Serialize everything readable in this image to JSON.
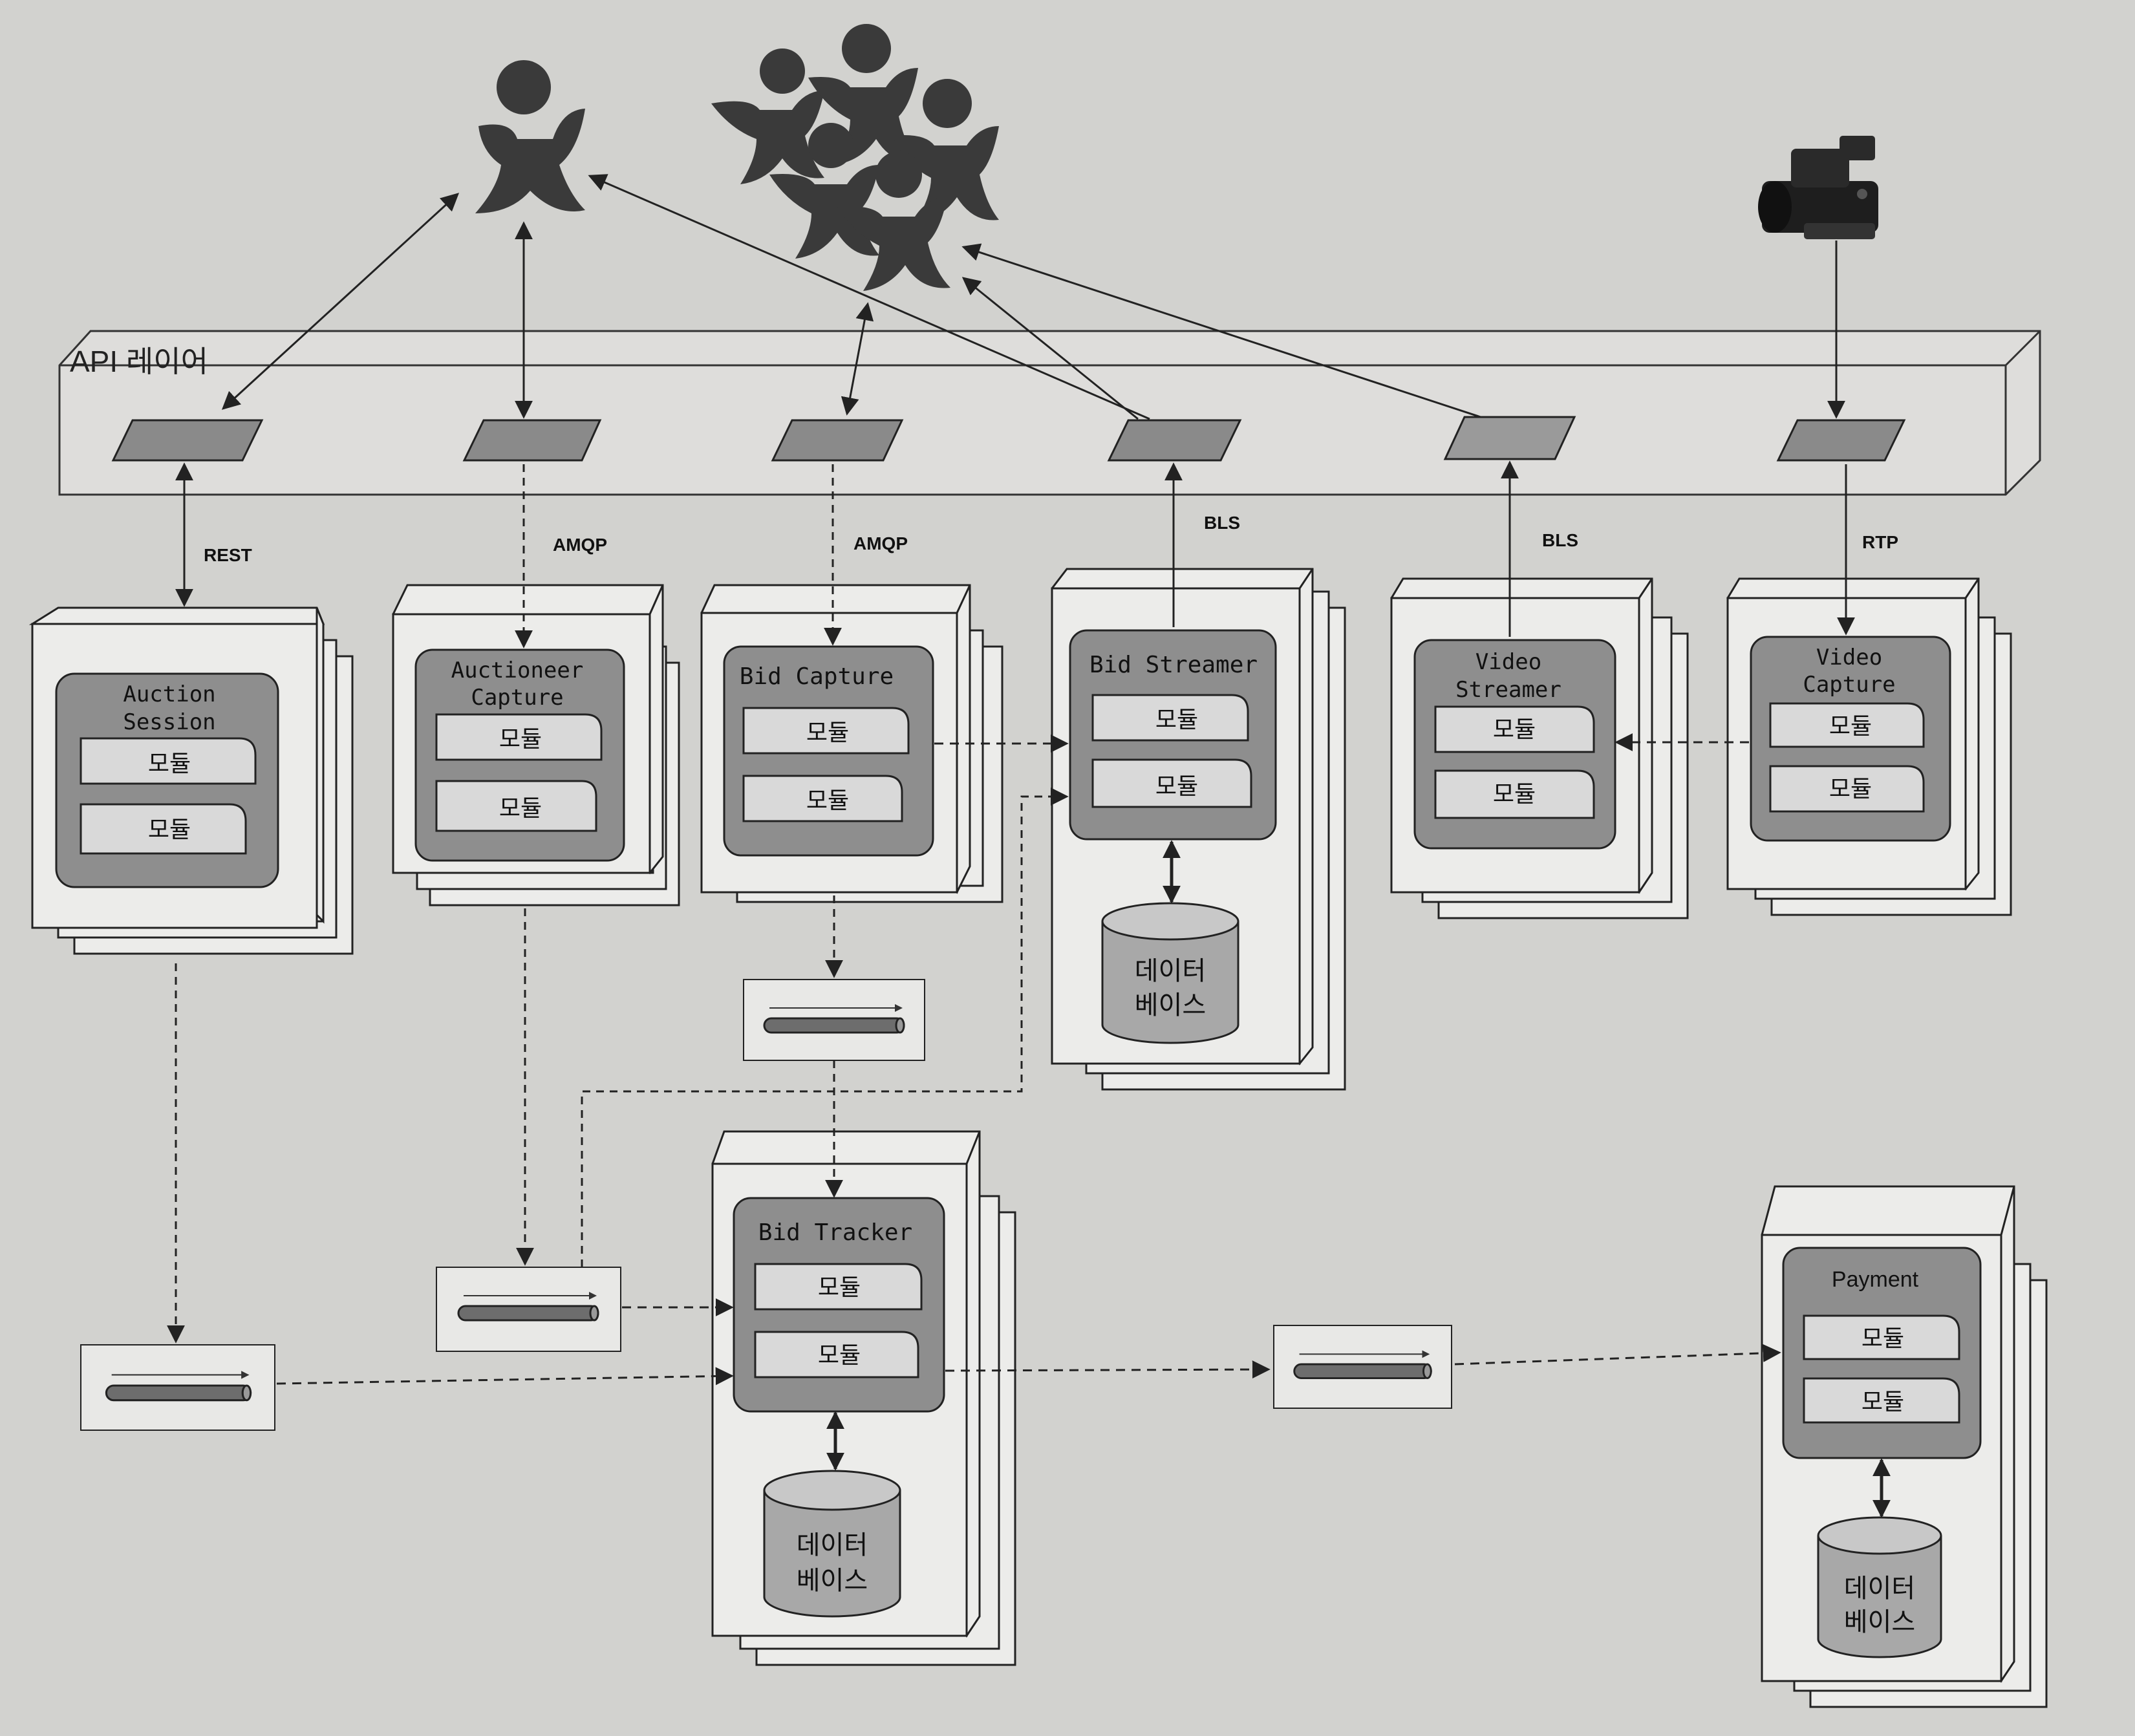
{
  "api_layer": {
    "label": "API 레이어"
  },
  "protocols": {
    "rest": "REST",
    "amqp_auctioneer": "AMQP",
    "amqp_bid": "AMQP",
    "bls_bid_streamer": "BLS",
    "bls_video_streamer": "BLS",
    "rtp": "RTP"
  },
  "services": {
    "auction_session": {
      "line1": "Auction",
      "line2": "Session",
      "module1": "모듈",
      "module2": "모듈"
    },
    "auctioneer_capture": {
      "line1": "Auctioneer",
      "line2": "Capture",
      "module1": "모듈",
      "module2": "모듈"
    },
    "bid_capture": {
      "line1": "Bid Capture",
      "module1": "모듈",
      "module2": "모듈"
    },
    "bid_streamer": {
      "line1": "Bid Streamer",
      "module1": "모듈",
      "module2": "모듈",
      "db_line1": "데이터",
      "db_line2": "베이스"
    },
    "video_streamer": {
      "line1": "Video",
      "line2": "Streamer",
      "module1": "모듈",
      "module2": "모듈"
    },
    "video_capture": {
      "line1": "Video",
      "line2": "Capture",
      "module1": "모듈",
      "module2": "모듈"
    },
    "bid_tracker": {
      "line1": "Bid Tracker",
      "module1": "모듈",
      "module2": "모듈",
      "db_line1": "데이터",
      "db_line2": "베이스"
    },
    "payment": {
      "line1": "Payment",
      "module1": "모듈",
      "module2": "모듈",
      "db_line1": "데이터",
      "db_line2": "베이스"
    }
  },
  "colors": {
    "background": "#d2d2cf",
    "box_fill": "#ececea",
    "service_fill": "#8e8e8e",
    "module_fill": "#d9d9d9",
    "gateway_fill": "#8a8a8a",
    "line": "#333333",
    "actor": "#3a3a3a"
  }
}
